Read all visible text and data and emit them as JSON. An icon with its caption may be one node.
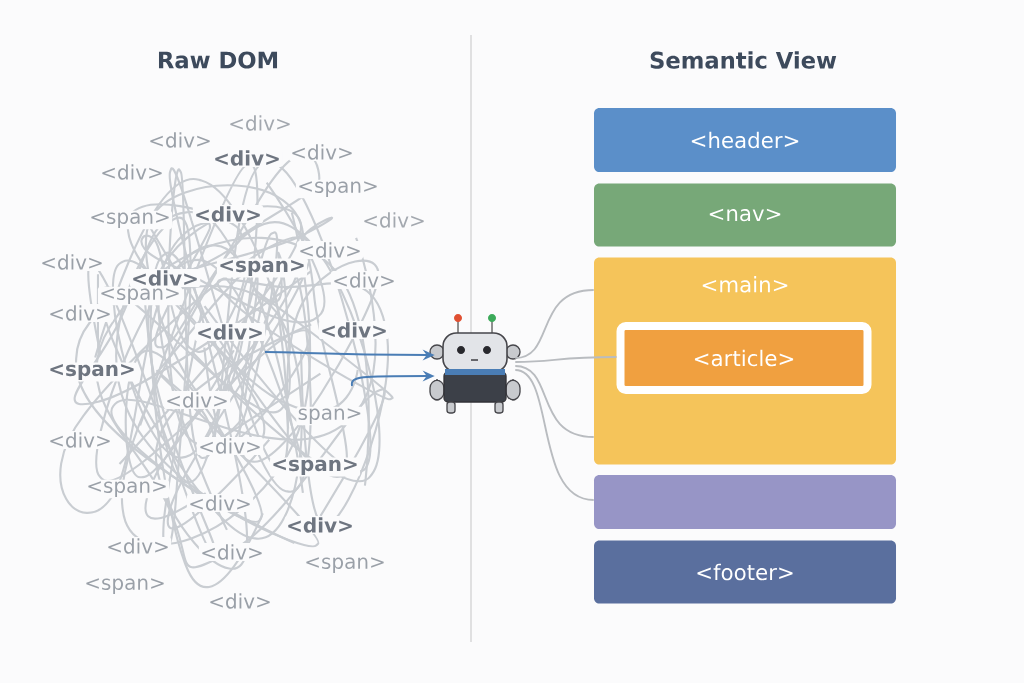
{
  "diagram": {
    "nodes": [
      {
        "text": [],
        "shape": "picture"
      },
      {
        "text": [
          "<header>"
        ]
      },
      {
        "text": [
          "<nav>"
        ]
      },
      {
        "text": [
          "<main>"
        ]
      },
      {
        "text": [
          "<article>"
        ],
        "in": 3
      },
      {
        "text": [],
        "shape": "box"
      },
      {
        "text": [
          "<footer>"
        ]
      }
    ],
    "edges": [
      {
        "from": null,
        "to": 0,
        "arrow": "to",
        "color": "#4a7db5"
      },
      {
        "from": null,
        "to": 0,
        "arrow": "to",
        "color": "#4a7db5"
      },
      {
        "from": 0,
        "to": 3,
        "arrow": "none"
      },
      {
        "from": 0,
        "to": 4,
        "arrow": "none"
      },
      {
        "from": 0,
        "to": 3,
        "arrow": "none"
      },
      {
        "from": 0,
        "to": 5,
        "arrow": "none"
      }
    ],
    "labels": [
      "Raw DOM",
      "Semantic View",
      "<div>",
      "<div>",
      "<div>",
      "<div>",
      "<div>",
      "<span>",
      "<span>",
      "<div>",
      "<div>",
      "<div>",
      "<div>",
      "<div>",
      "<span>",
      "<div>",
      "<span>",
      "<div>",
      "<div>",
      "<div>",
      "<span>",
      "<div>",
      "span>",
      "<div>",
      "<div>",
      "<span>",
      "<span>",
      "<div>",
      "<div>",
      "<div>",
      "<div>",
      "<span>",
      "<span>",
      "<div>"
    ]
  }
}
